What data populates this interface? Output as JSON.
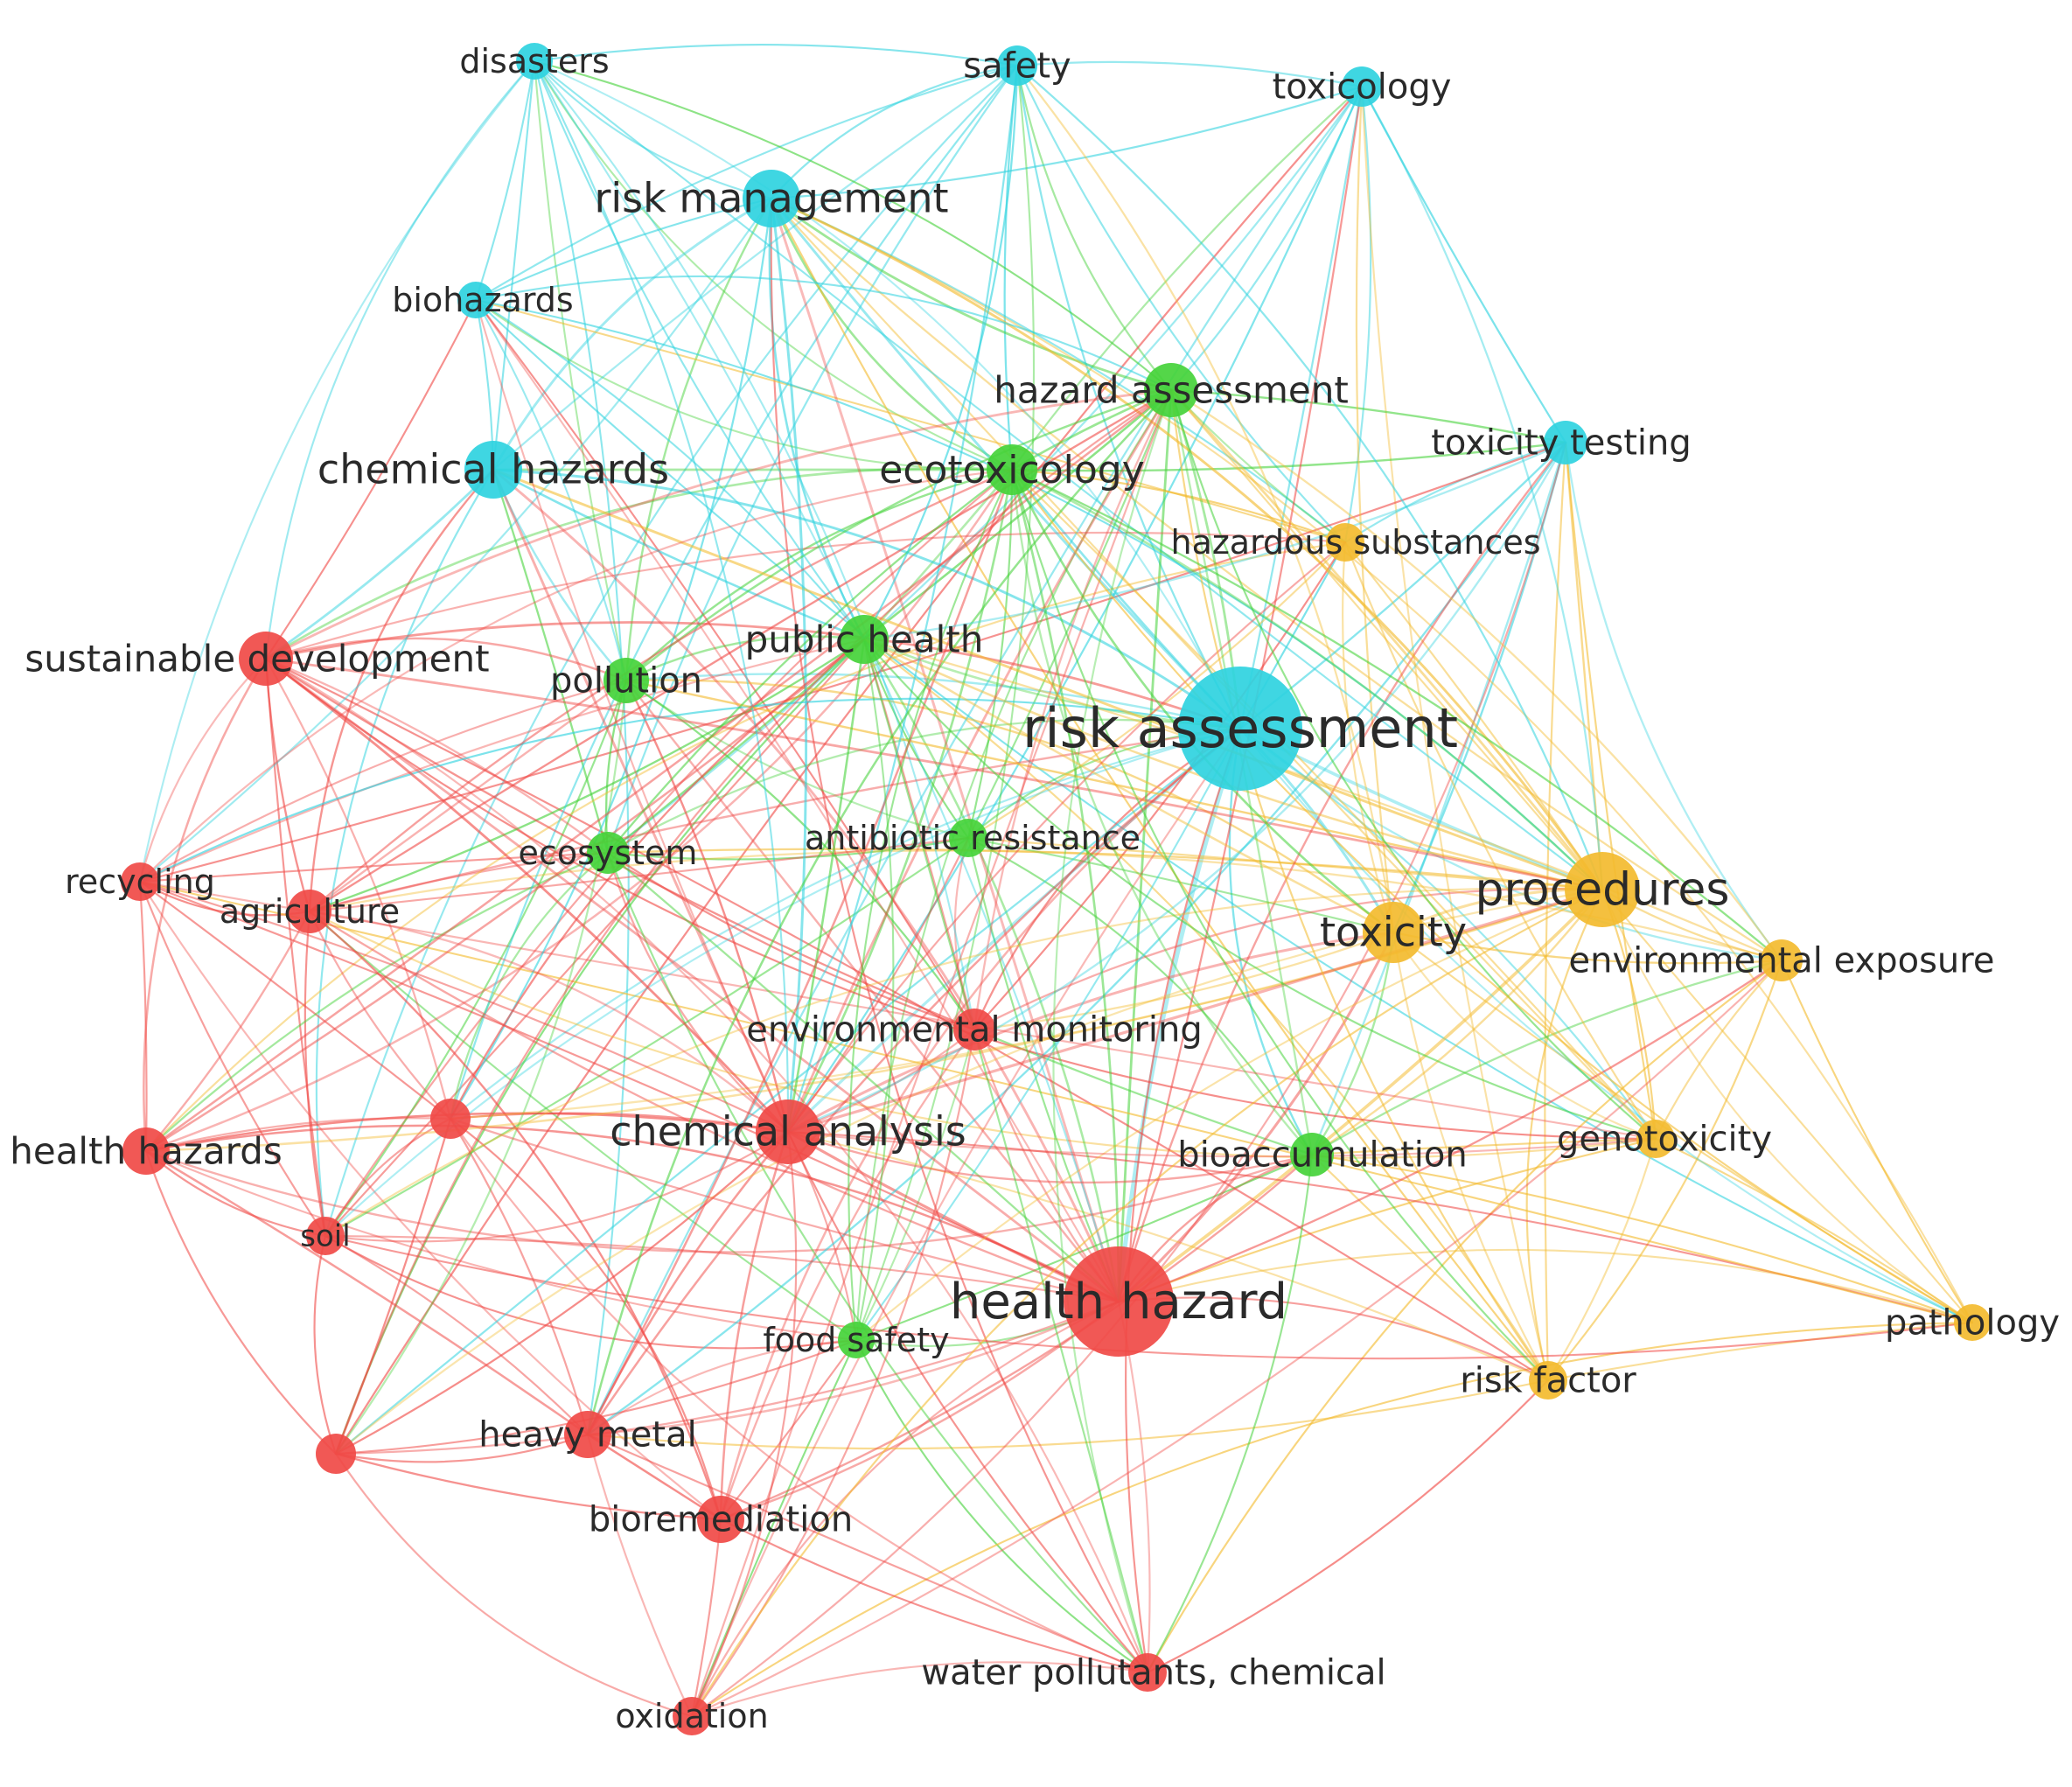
{
  "clusters": {
    "cyan": "#2fd3df",
    "green": "#45d23a",
    "red": "#f04a46",
    "yellow": "#f3bb2f"
  },
  "nodes": [
    {
      "id": "disasters",
      "label": "disasters",
      "cluster": "cyan",
      "weight": 1
    },
    {
      "id": "safety",
      "label": "safety",
      "cluster": "cyan",
      "weight": 1.2
    },
    {
      "id": "toxicology",
      "label": "toxicology",
      "cluster": "cyan",
      "weight": 1.2
    },
    {
      "id": "risk_management",
      "label": "risk management",
      "cluster": "cyan",
      "weight": 2.2
    },
    {
      "id": "biohazards",
      "label": "biohazards",
      "cluster": "cyan",
      "weight": 1
    },
    {
      "id": "chemical_hazards",
      "label": "chemical hazards",
      "cluster": "cyan",
      "weight": 2.2
    },
    {
      "id": "toxicity_testing",
      "label": "toxicity testing",
      "cluster": "cyan",
      "weight": 1.4
    },
    {
      "id": "risk_assessment",
      "label": "risk assessment",
      "cluster": "cyan",
      "weight": 6
    },
    {
      "id": "hazard_assessment",
      "label": "hazard assessment",
      "cluster": "green",
      "weight": 2
    },
    {
      "id": "ecotoxicology",
      "label": "ecotoxicology",
      "cluster": "green",
      "weight": 1.8
    },
    {
      "id": "public_health",
      "label": "public health",
      "cluster": "green",
      "weight": 1.7
    },
    {
      "id": "pollution",
      "label": "pollution",
      "cluster": "green",
      "weight": 1.5
    },
    {
      "id": "ecosystem",
      "label": "ecosystem",
      "cluster": "green",
      "weight": 1.3
    },
    {
      "id": "antibiotic_resistance",
      "label": "antibiotic resistance",
      "cluster": "green",
      "weight": 1.1
    },
    {
      "id": "bioaccumulation",
      "label": "bioaccumulation",
      "cluster": "green",
      "weight": 1.4
    },
    {
      "id": "food_safety",
      "label": "food safety",
      "cluster": "green",
      "weight": 1
    },
    {
      "id": "hazardous_substances",
      "label": "hazardous substances",
      "cluster": "yellow",
      "weight": 1.1
    },
    {
      "id": "procedures",
      "label": "procedures",
      "cluster": "yellow",
      "weight": 3.2
    },
    {
      "id": "toxicity",
      "label": "toxicity",
      "cluster": "yellow",
      "weight": 2.4
    },
    {
      "id": "environmental_exposure",
      "label": "environmental exposure",
      "cluster": "yellow",
      "weight": 1.3
    },
    {
      "id": "genotoxicity",
      "label": "genotoxicity",
      "cluster": "yellow",
      "weight": 1.1
    },
    {
      "id": "pathology",
      "label": "pathology",
      "cluster": "yellow",
      "weight": 1
    },
    {
      "id": "risk_factor",
      "label": "risk factor",
      "cluster": "yellow",
      "weight": 1.1
    },
    {
      "id": "sustainable_development",
      "label": "sustainable development",
      "cluster": "red",
      "weight": 2
    },
    {
      "id": "recycling",
      "label": "recycling",
      "cluster": "red",
      "weight": 1.1
    },
    {
      "id": "agriculture",
      "label": "agriculture",
      "cluster": "red",
      "weight": 1.4
    },
    {
      "id": "health_hazards",
      "label": "health hazards",
      "cluster": "red",
      "weight": 1.6
    },
    {
      "id": "unlabeled_1",
      "label": "",
      "cluster": "red",
      "weight": 1.2
    },
    {
      "id": "soil",
      "label": "soil",
      "cluster": "red",
      "weight": 1.1
    },
    {
      "id": "unlabeled_2",
      "label": "",
      "cluster": "red",
      "weight": 1.2
    },
    {
      "id": "environmental_monitoring",
      "label": "environmental monitoring",
      "cluster": "red",
      "weight": 1.3
    },
    {
      "id": "chemical_analysis",
      "label": "chemical analysis",
      "cluster": "red",
      "weight": 2.6
    },
    {
      "id": "health_hazard",
      "label": "health hazard",
      "cluster": "red",
      "weight": 5.2
    },
    {
      "id": "heavy_metal",
      "label": "heavy metal",
      "cluster": "red",
      "weight": 1.6
    },
    {
      "id": "bioremediation",
      "label": "bioremediation",
      "cluster": "red",
      "weight": 1.6
    },
    {
      "id": "water_pollutants",
      "label": "water pollutants, chemical",
      "cluster": "red",
      "weight": 1.1
    },
    {
      "id": "oxidation",
      "label": "oxidation",
      "cluster": "red",
      "weight": 1.1
    }
  ]
}
